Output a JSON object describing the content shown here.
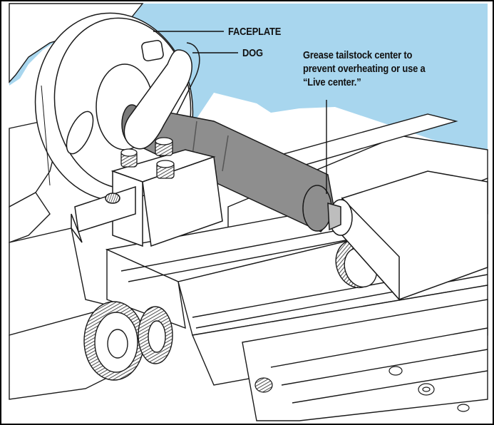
{
  "labels": {
    "faceplate": "FACEPLATE",
    "dog": "DOG",
    "grease_note": [
      "Grease tailstock center to",
      "prevent overheating or use a",
      "“Live center.”"
    ]
  },
  "colors": {
    "sky": "#a8d6ee",
    "work_piece": "#8e8e8e",
    "line": "#1a1a1a",
    "metal": "#ffffff",
    "frame": "#000000"
  }
}
